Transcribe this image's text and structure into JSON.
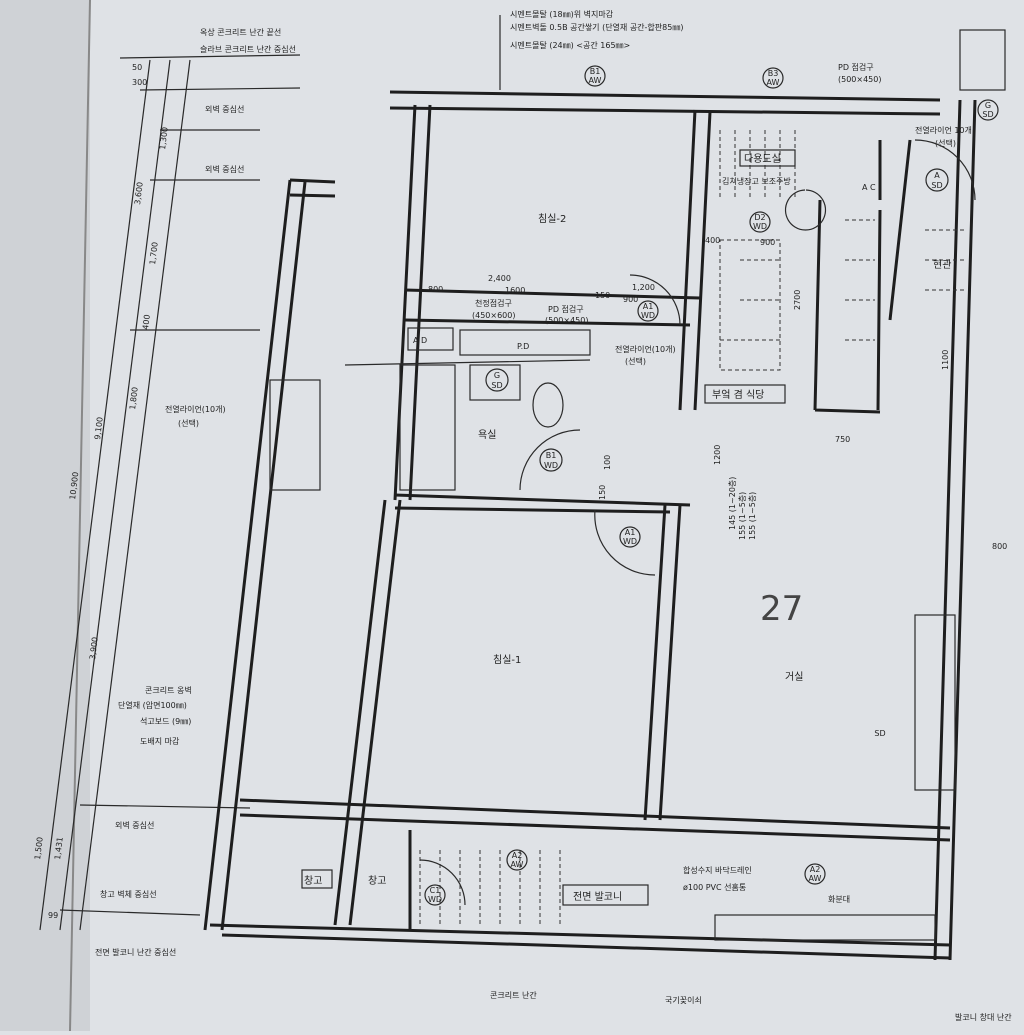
{
  "top_notes": [
    "시멘트몰탈 (18㎜)위 벽지마감",
    "시멘트벽돌 0.5B 공간쌓기 (단열재 공간-합판85㎜)",
    "시멘트몰탈 (24㎜) <공간 165㎜>"
  ],
  "left_notes": [
    "옥상 콘크리트 난간 끝선",
    "슬라브 콘크리트 난간 중심선",
    "외벽 중심선",
    "외벽 중심선",
    "외벽 중심선",
    "창고 벽체 중심선",
    "전면 발코니 난간 중심선"
  ],
  "wall_notes": [
    "콘크리트 옹벽",
    "단열재 (압면100㎜)",
    "석고보드 (9㎜)",
    "도배지 마감"
  ],
  "left_dims": [
    "50",
    "300",
    "1,300",
    "3,600",
    "1,700",
    "400",
    "1,800",
    "9,100",
    "10,900",
    "3,900",
    "1,500",
    "1,431",
    "99"
  ],
  "rooms": {
    "bed2": "침실-2",
    "bed1": "침실-1",
    "bath": "욕실",
    "living": "거실",
    "kitchen": "부엌 겸 식당",
    "utility": "다용도실",
    "entry": "현관",
    "storage1": "창고",
    "storage2": "창고",
    "balcony": "전면 발코니"
  },
  "tags": [
    {
      "t": "B1",
      "b": "AW"
    },
    {
      "t": "B3",
      "b": "AW"
    },
    {
      "t": "G",
      "b": "SD"
    },
    {
      "t": "A",
      "b": "SD"
    },
    {
      "t": "D2",
      "b": "WD"
    },
    {
      "t": "A1",
      "b": "WD"
    },
    {
      "t": "B1",
      "b": "WD"
    },
    {
      "t": "A1",
      "b": "WD"
    },
    {
      "t": "A2",
      "b": "AW"
    },
    {
      "t": "A2",
      "b": "AW"
    },
    {
      "t": "C1",
      "b": "WD"
    },
    {
      "t": "G",
      "b": "SD"
    }
  ],
  "dims": {
    "d2400": "2,400",
    "d800": "800",
    "d1600": "1600",
    "d150": "150",
    "d1200": "1,200",
    "d900": "900",
    "d400": "400",
    "d900b": "900",
    "d2700": "2700",
    "d1100": "1100",
    "d750": "750",
    "d1200b": "1200",
    "d100": "100",
    "d150b": "150",
    "d800b": "800",
    "d145": "145 (1~20층)",
    "d155a": "155 (1~5층)",
    "d155b": "155 (1~5층)"
  },
  "notes": {
    "ceiling_hatch": "천정점검구",
    "ceiling_hatch_size": "(450×600)",
    "pd_hatch": "PD 점검구",
    "pd_hatch_size": "(500×450)",
    "pd_top": "PD 점검구",
    "pd_top_size": "(500×450)",
    "heat": "전열라이언(10개)",
    "heat_opt": "(선택)",
    "heat2": "전열라이언(10개)",
    "heat2_opt": "(선택)",
    "heat3": "전열라이언 10개",
    "heat3_opt": "(선택)",
    "utility_sub": "김치냉장고 보조주방",
    "drain": "합성수지 바닥드레인",
    "drain2": "ø100 PVC 선홈통",
    "planter": "화분대",
    "flag": "국기꽂이쇠",
    "rail": "발코니 창대 난간",
    "concrete_rail": "콘크리트 난간",
    "pd": "P.D",
    "ad": "A  D",
    "ac": "A  C",
    "handwritten": "27",
    "sd": "SD"
  }
}
